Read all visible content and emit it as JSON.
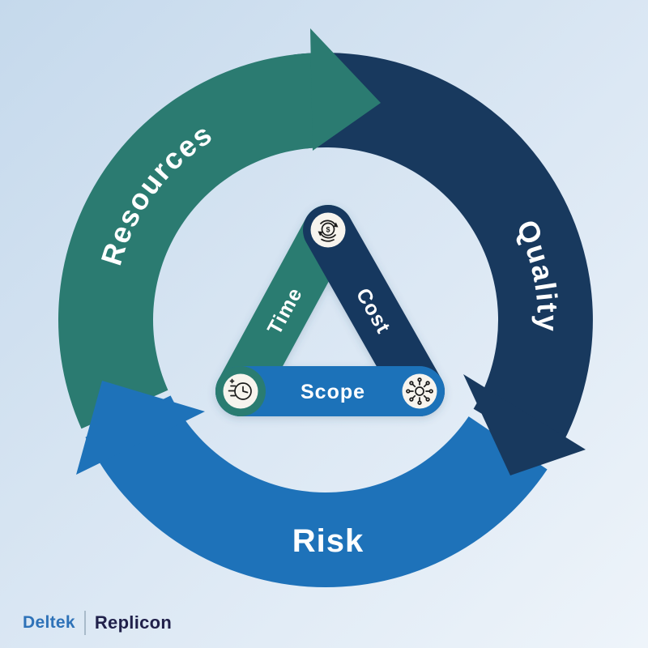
{
  "ring": {
    "resources_label": "Resources",
    "quality_label": "Quality",
    "risk_label": "Risk"
  },
  "triangle": {
    "time_label": "Time",
    "cost_label": "Cost",
    "scope_label": "Scope"
  },
  "icons": {
    "time": "speed-clock-icon",
    "cost": "money-cycle-icon",
    "scope": "network-hub-icon",
    "cost_symbol": "$"
  },
  "colors": {
    "teal": "#2b7b71",
    "navy": "#18395e",
    "blue": "#1e72b9",
    "vertex_circle_fill": "#f7f4ee",
    "icon_ink": "#1b1b1b",
    "background_start": "#c5d9ec",
    "background_end": "#eef4fa",
    "logo_deltek": "#2e72b8",
    "logo_replicon": "#21214b"
  },
  "logo": {
    "deltek": "Deltek",
    "replicon": "Replicon"
  }
}
